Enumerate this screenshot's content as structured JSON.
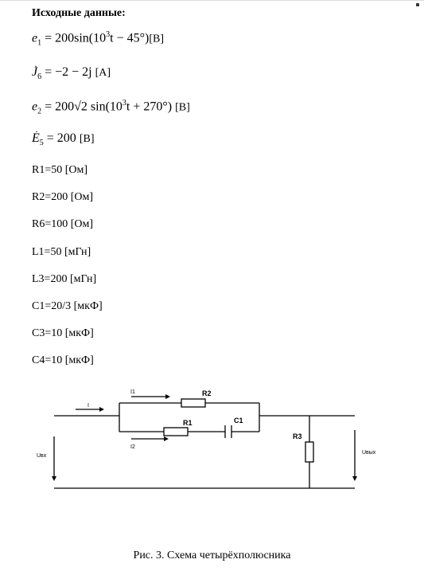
{
  "heading": "Исходные данные:",
  "formulas": {
    "e1": {
      "var": "e",
      "sub": "1",
      "eq": " = 200sin(10",
      "sup": "3",
      "tail": "t − 45°)",
      "unit": "[В]"
    },
    "j6": {
      "var": "J",
      "sub": "6",
      "eq": " = −2 − 2j",
      "unit": "[А]"
    },
    "e2": {
      "var": "e",
      "sub": "2",
      "eq": " = 200√2 sin(10",
      "sup": "3",
      "tail": "t + 270°)",
      "unit": "[В]"
    },
    "e5": {
      "var": "E",
      "sub": "5",
      "eq": " = 200",
      "unit": "[В]"
    }
  },
  "params": [
    "R1=50 [Ом]",
    "R2=200 [Ом]",
    "R6=100 [Ом]",
    "L1=50 [мГн]",
    "L3=200 [мГн]",
    "C1=20/3 [мкФ]",
    "C3=10 [мкФ]",
    "C4=10 [мкФ]"
  ],
  "circuit": {
    "labels": {
      "i": "I",
      "i1": "I1",
      "i2": "I2",
      "r1": "R1",
      "r2": "R2",
      "c1": "C1",
      "r3": "R3",
      "uin": "Uвх",
      "uout": "Uвых"
    }
  },
  "caption": "Рис. 3. Схема четырёхполюсника"
}
